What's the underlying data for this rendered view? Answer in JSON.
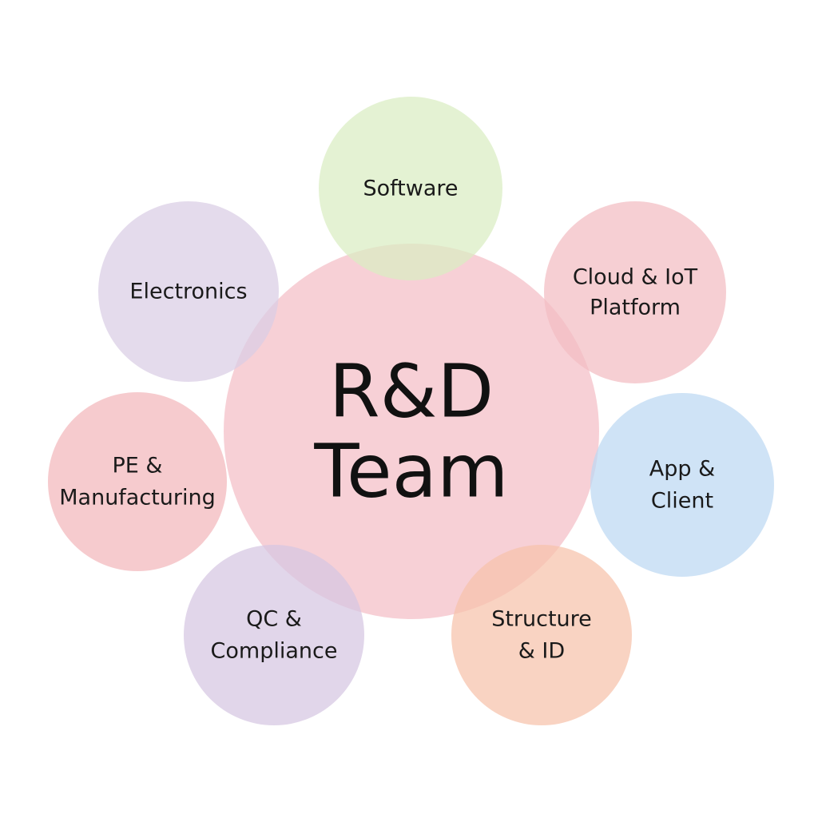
{
  "diagram": {
    "center": {
      "lines": [
        "R&D",
        "Team"
      ],
      "color": "#f2b3bd"
    },
    "nodes": [
      {
        "id": "software",
        "lines": [
          "Software"
        ],
        "color": "#d9edc2"
      },
      {
        "id": "cloud-iot",
        "lines": [
          "Cloud & IoT",
          "Platform"
        ],
        "color": "#f3bcc2"
      },
      {
        "id": "app-client",
        "lines": [
          "App &",
          "Client"
        ],
        "color": "#bcd8f3"
      },
      {
        "id": "structure-id",
        "lines": [
          "Structure",
          "& ID"
        ],
        "color": "#f7c2ab"
      },
      {
        "id": "qc-compliance",
        "lines": [
          "QC &",
          "Compliance"
        ],
        "color": "#d5c6e2"
      },
      {
        "id": "pe-manufacturing",
        "lines": [
          "PE &",
          "Manufacturing"
        ],
        "color": "#f2b7bb"
      },
      {
        "id": "electronics",
        "lines": [
          "Electronics"
        ],
        "color": "#d9cde4"
      }
    ]
  }
}
